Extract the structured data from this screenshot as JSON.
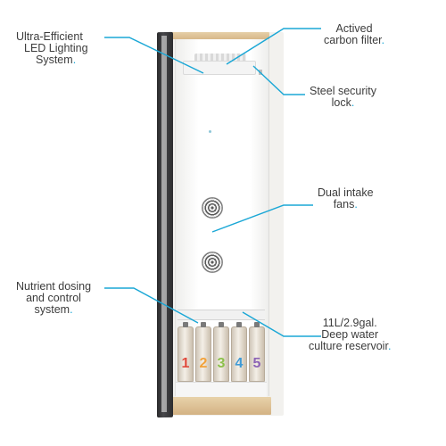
{
  "callouts": {
    "led": {
      "lines": [
        "Ultra-Efficient",
        "LED Lighting",
        "System"
      ],
      "dot": "."
    },
    "carbon": {
      "lines": [
        "Actived",
        "carbon filter"
      ],
      "dot": "."
    },
    "lock": {
      "lines": [
        "Steel security",
        "lock"
      ],
      "dot": "."
    },
    "fans": {
      "lines": [
        "Dual intake",
        "fans"
      ],
      "dot": "."
    },
    "nutrient": {
      "lines": [
        "Nutrient dosing",
        "and control",
        "system"
      ],
      "dot": "."
    },
    "reservoir": {
      "lines": [
        "11L/2.9gal.",
        "Deep water",
        "culture reservoir"
      ],
      "dot": "."
    }
  },
  "bottles": [
    {
      "label": "1",
      "color": "#e04a3c"
    },
    {
      "label": "2",
      "color": "#f2a23a"
    },
    {
      "label": "3",
      "color": "#8cc04b"
    },
    {
      "label": "4",
      "color": "#3f9ad6"
    },
    {
      "label": "5",
      "color": "#8c63b5"
    }
  ],
  "colors": {
    "accent": "#1aa7d6",
    "text": "#3c3c3c",
    "wood": "#d7b889",
    "door": "#2c2c2e"
  }
}
